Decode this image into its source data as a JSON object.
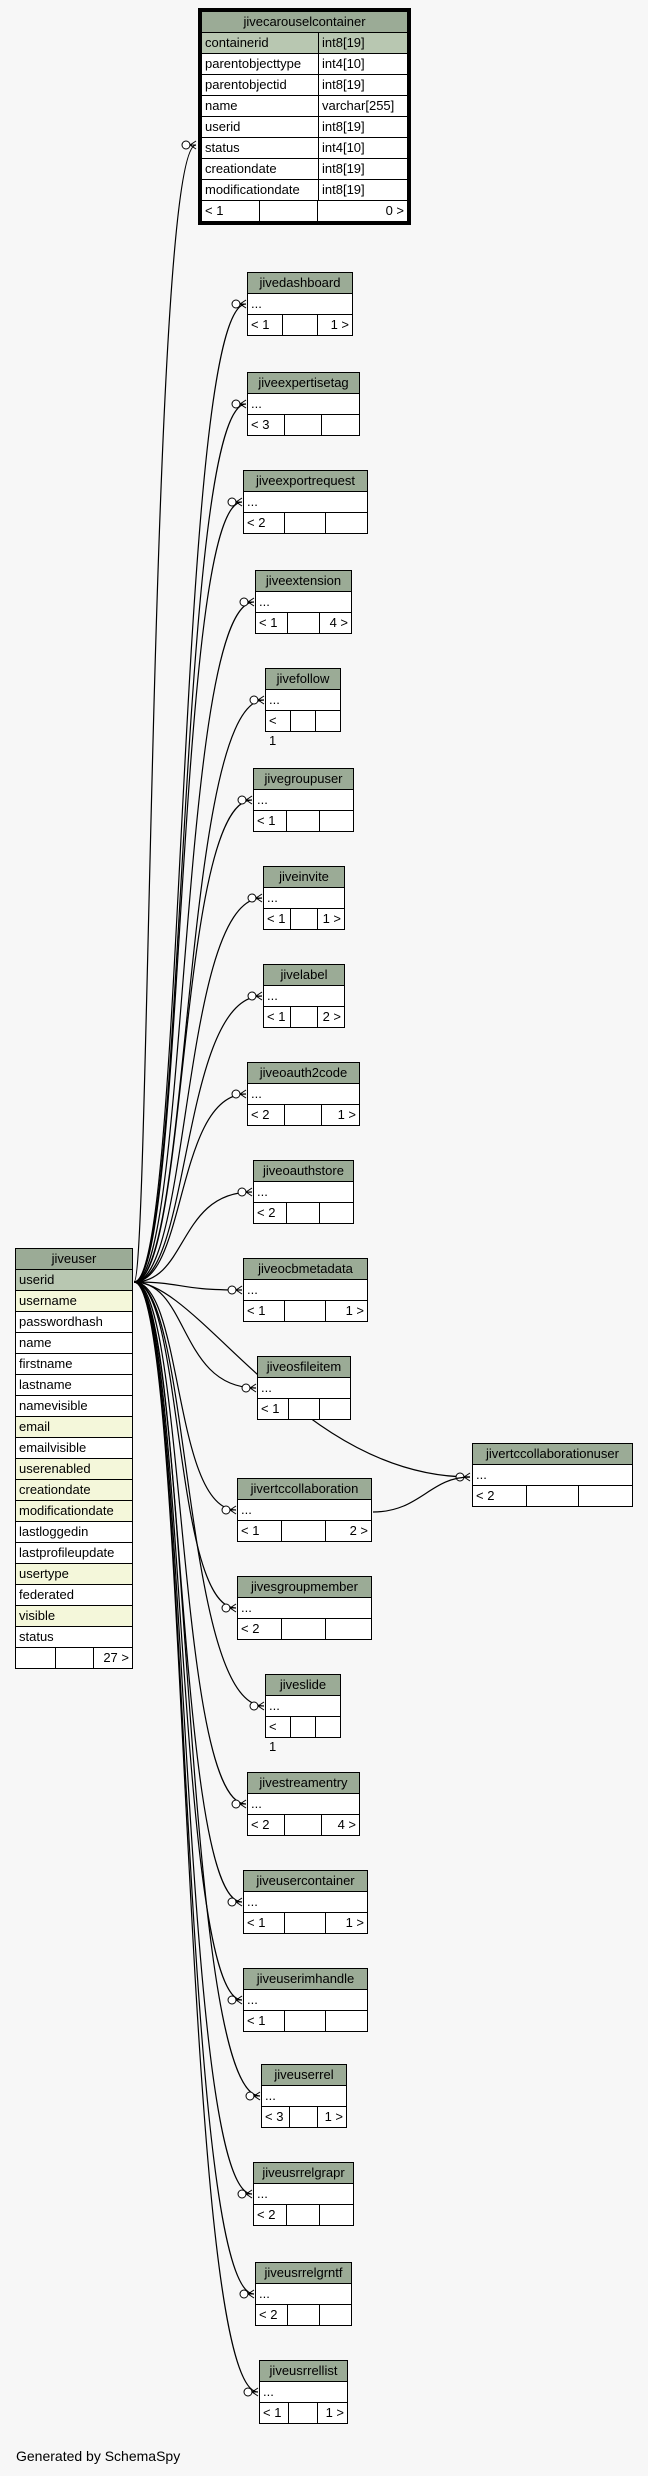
{
  "footer": "Generated by SchemaSpy",
  "carousel": {
    "name": "jivecarouselcontainer",
    "columns": [
      {
        "name": "containerid",
        "type": "int8[19]"
      },
      {
        "name": "parentobjecttype",
        "type": "int4[10]"
      },
      {
        "name": "parentobjectid",
        "type": "int8[19]"
      },
      {
        "name": "name",
        "type": "varchar[255]"
      },
      {
        "name": "userid",
        "type": "int8[19]"
      },
      {
        "name": "status",
        "type": "int4[10]"
      },
      {
        "name": "creationdate",
        "type": "int8[19]"
      },
      {
        "name": "modificationdate",
        "type": "int8[19]"
      }
    ],
    "foot": [
      "< 1",
      "",
      "0 >"
    ]
  },
  "jiveuser": {
    "name": "jiveuser",
    "columns": [
      "userid",
      "username",
      "passwordhash",
      "name",
      "firstname",
      "lastname",
      "namevisible",
      "email",
      "emailvisible",
      "userenabled",
      "creationdate",
      "modificationdate",
      "lastloggedin",
      "lastprofileupdate",
      "usertype",
      "federated",
      "visible",
      "status"
    ],
    "foot": [
      "",
      "",
      "27 >"
    ]
  },
  "rtc_user": {
    "name": "jivertccollaborationuser",
    "row": "...",
    "foot": [
      "< 2",
      "",
      ""
    ]
  },
  "children": [
    {
      "name": "jivedashboard",
      "row": "...",
      "foot": [
        "< 1",
        "",
        "1 >"
      ]
    },
    {
      "name": "jiveexpertisetag",
      "row": "...",
      "foot": [
        "< 3",
        "",
        ""
      ]
    },
    {
      "name": "jiveexportrequest",
      "row": "...",
      "foot": [
        "< 2",
        "",
        ""
      ]
    },
    {
      "name": "jiveextension",
      "row": "...",
      "foot": [
        "< 1",
        "",
        "4 >"
      ]
    },
    {
      "name": "jivefollow",
      "row": "...",
      "foot": [
        "< 1",
        "",
        ""
      ]
    },
    {
      "name": "jivegroupuser",
      "row": "...",
      "foot": [
        "< 1",
        "",
        ""
      ]
    },
    {
      "name": "jiveinvite",
      "row": "...",
      "foot": [
        "< 1",
        "",
        "1 >"
      ]
    },
    {
      "name": "jivelabel",
      "row": "...",
      "foot": [
        "< 1",
        "",
        "2 >"
      ]
    },
    {
      "name": "jiveoauth2code",
      "row": "...",
      "foot": [
        "< 2",
        "",
        "1 >"
      ]
    },
    {
      "name": "jiveoauthstore",
      "row": "...",
      "foot": [
        "< 2",
        "",
        ""
      ]
    },
    {
      "name": "jiveocbmetadata",
      "row": "...",
      "foot": [
        "< 1",
        "",
        "1 >"
      ]
    },
    {
      "name": "jiveosfileitem",
      "row": "...",
      "foot": [
        "< 1",
        "",
        ""
      ]
    },
    {
      "name": "jivertccollaboration",
      "row": "...",
      "foot": [
        "< 1",
        "",
        "2 >"
      ]
    },
    {
      "name": "jivesgroupmember",
      "row": "...",
      "foot": [
        "< 2",
        "",
        ""
      ]
    },
    {
      "name": "jiveslide",
      "row": "...",
      "foot": [
        "< 1",
        "",
        ""
      ]
    },
    {
      "name": "jivestreamentry",
      "row": "...",
      "foot": [
        "< 2",
        "",
        "4 >"
      ]
    },
    {
      "name": "jiveusercontainer",
      "row": "...",
      "foot": [
        "< 1",
        "",
        "1 >"
      ]
    },
    {
      "name": "jiveuserimhandle",
      "row": "...",
      "foot": [
        "< 1",
        "",
        ""
      ]
    },
    {
      "name": "jiveuserrel",
      "row": "...",
      "foot": [
        "< 3",
        "",
        "1 >"
      ]
    },
    {
      "name": "jiveusrrelgrapr",
      "row": "...",
      "foot": [
        "< 2",
        "",
        ""
      ]
    },
    {
      "name": "jiveusrrelgrntf",
      "row": "...",
      "foot": [
        "< 2",
        "",
        ""
      ]
    },
    {
      "name": "jiveusrrellist",
      "row": "...",
      "foot": [
        "< 1",
        "",
        "1 >"
      ]
    }
  ]
}
